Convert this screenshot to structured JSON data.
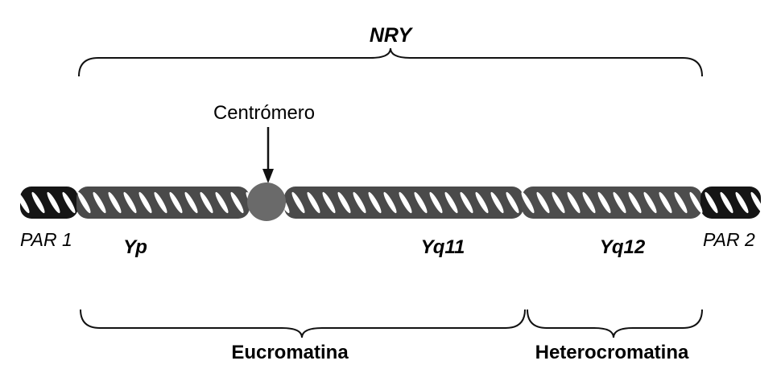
{
  "labels": {
    "nry": "NRY",
    "centromere": "Centrómero",
    "par1": "PAR 1",
    "par2": "PAR 2",
    "yp": "Yp",
    "yq11": "Yq11",
    "yq12": "Yq12",
    "euchromatin": "Eucromatina",
    "heterochromatin": "Heterocromatina"
  },
  "colors": {
    "par": "#151515",
    "arm": "#4a4a4a",
    "centromere": "#6a6a6a",
    "line": "#111111"
  }
}
